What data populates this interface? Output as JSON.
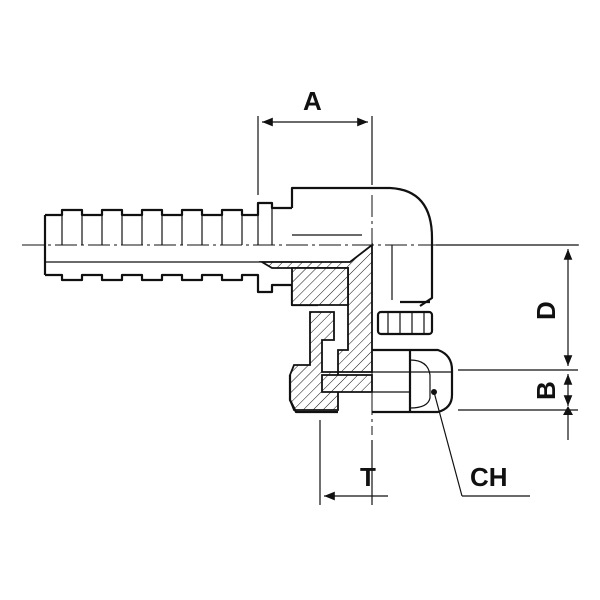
{
  "labels": {
    "A": "A",
    "D": "D",
    "B": "B",
    "T": "T",
    "CH": "CH"
  }
}
